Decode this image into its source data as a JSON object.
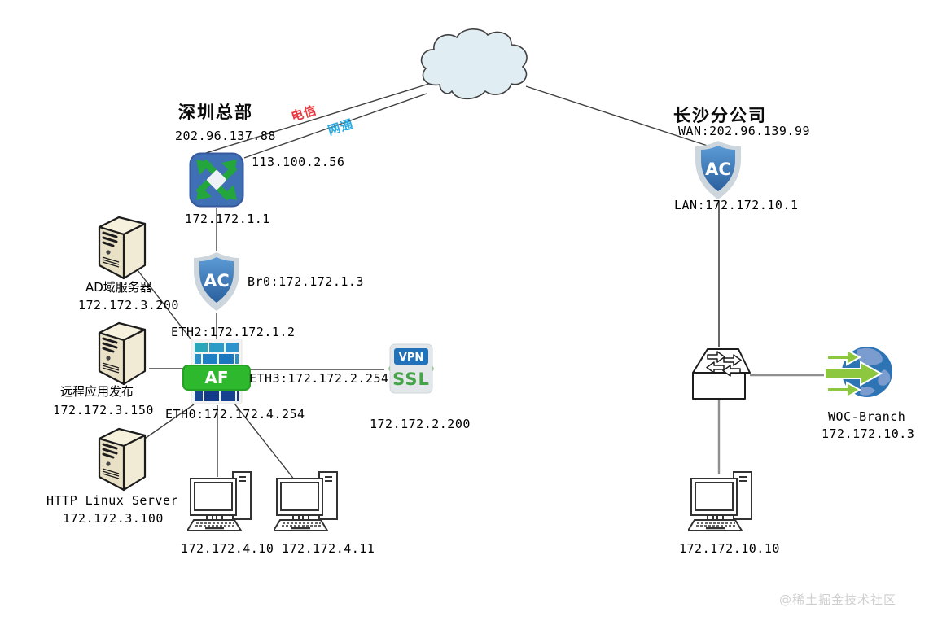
{
  "hq": {
    "title": "深圳总部",
    "telecom_ip": "202.96.137.88",
    "unicom_ip": "113.100.2.56",
    "telecom_label": "电信",
    "unicom_label": "网通",
    "router_ip": "172.172.1.1",
    "ac_label": "AC",
    "ac_br0": "Br0:172.172.1.3",
    "af_label": "AF",
    "af_eth2": "ETH2:172.172.1.2",
    "af_eth3": "ETH3:172.172.2.254",
    "af_eth0": "ETH0:172.172.4.254",
    "vpn_label": "VPN",
    "ssl_label": "SSL",
    "vpn_ip": "172.172.2.200",
    "servers": [
      {
        "name": "AD域服务器",
        "ip": "172.172.3.200"
      },
      {
        "name": "远程应用发布",
        "ip": "172.172.3.150"
      },
      {
        "name": "HTTP Linux Server",
        "ip": "172.172.3.100"
      }
    ],
    "pcs": [
      {
        "ip": "172.172.4.10"
      },
      {
        "ip": "172.172.4.11"
      }
    ]
  },
  "branch": {
    "title": "长沙分公司",
    "wan": "WAN:202.96.139.99",
    "ac_label": "AC",
    "lan": "LAN:172.172.10.1",
    "woc_name": "WOC-Branch",
    "woc_ip": "172.172.10.3",
    "pc_ip": "172.172.10.10"
  },
  "watermark": "@稀土掘金技术社区",
  "colors": {
    "telecom_red": "#e8383d",
    "unicom_cyan": "#29abe2",
    "ac_blue": "#3a7dc4",
    "af_green": "#2eb82e",
    "router_blue": "#3f6fb5",
    "arrow_green": "#8dc63f",
    "globe_blue": "#2d74b5",
    "cloud_fill": "#e0eef4"
  }
}
